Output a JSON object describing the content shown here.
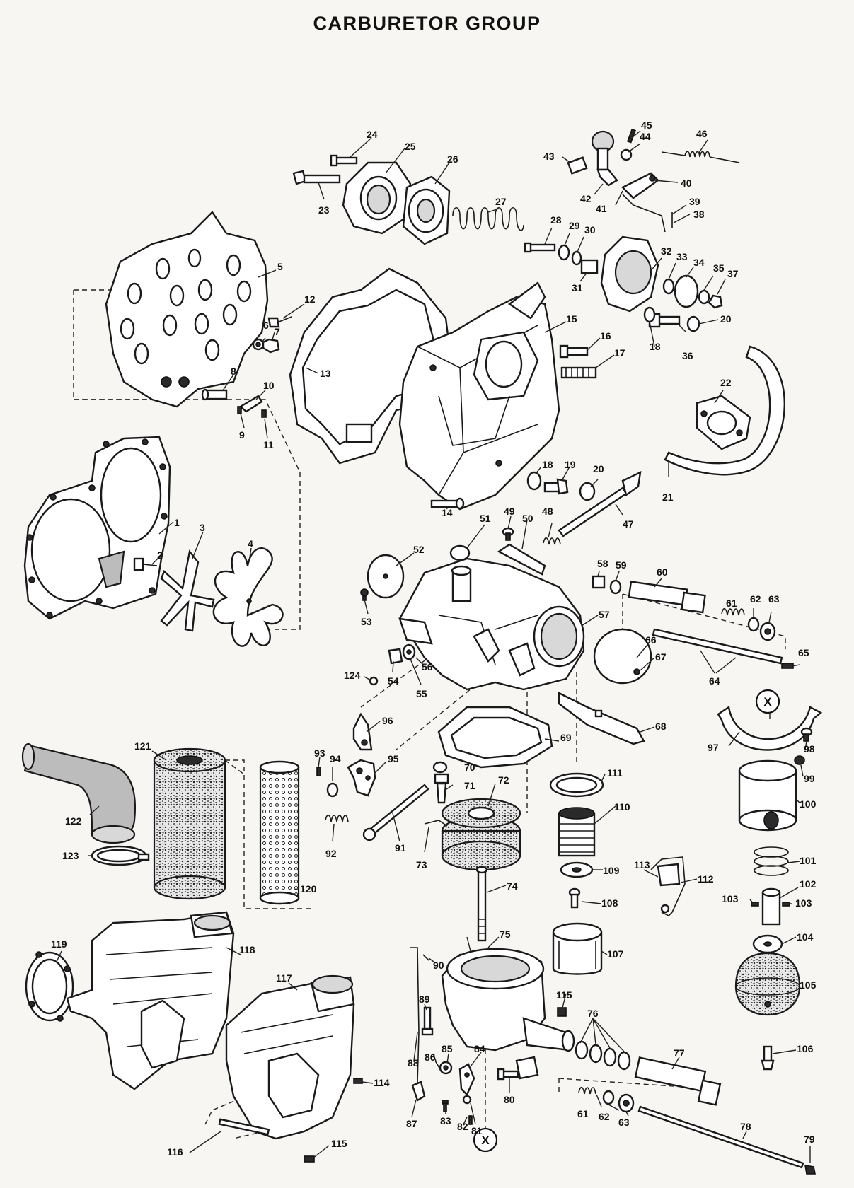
{
  "title": "CARBURETOR GROUP",
  "reference_mark": "X",
  "callouts": [
    {
      "id": "c1",
      "text": "1"
    },
    {
      "id": "c2",
      "text": "2"
    },
    {
      "id": "c3",
      "text": "3"
    },
    {
      "id": "c4",
      "text": "4"
    },
    {
      "id": "c5",
      "text": "5"
    },
    {
      "id": "c6",
      "text": "6"
    },
    {
      "id": "c7",
      "text": "7"
    },
    {
      "id": "c8",
      "text": "8"
    },
    {
      "id": "c9",
      "text": "9"
    },
    {
      "id": "c10",
      "text": "10"
    },
    {
      "id": "c11",
      "text": "11"
    },
    {
      "id": "c12",
      "text": "12"
    },
    {
      "id": "c13",
      "text": "13"
    },
    {
      "id": "c14",
      "text": "14"
    },
    {
      "id": "c15",
      "text": "15"
    },
    {
      "id": "c16",
      "text": "16"
    },
    {
      "id": "c17",
      "text": "17"
    },
    {
      "id": "c18a",
      "text": "18"
    },
    {
      "id": "c18b",
      "text": "18"
    },
    {
      "id": "c19",
      "text": "19"
    },
    {
      "id": "c20a",
      "text": "20"
    },
    {
      "id": "c20b",
      "text": "20"
    },
    {
      "id": "c21",
      "text": "21"
    },
    {
      "id": "c22",
      "text": "22"
    },
    {
      "id": "c23",
      "text": "23"
    },
    {
      "id": "c24",
      "text": "24"
    },
    {
      "id": "c25",
      "text": "25"
    },
    {
      "id": "c26",
      "text": "26"
    },
    {
      "id": "c27",
      "text": "27"
    },
    {
      "id": "c28",
      "text": "28"
    },
    {
      "id": "c29",
      "text": "29"
    },
    {
      "id": "c30",
      "text": "30"
    },
    {
      "id": "c31",
      "text": "31"
    },
    {
      "id": "c32",
      "text": "32"
    },
    {
      "id": "c33",
      "text": "33"
    },
    {
      "id": "c34",
      "text": "34"
    },
    {
      "id": "c35",
      "text": "35"
    },
    {
      "id": "c36",
      "text": "36"
    },
    {
      "id": "c37",
      "text": "37"
    },
    {
      "id": "c38",
      "text": "38"
    },
    {
      "id": "c39",
      "text": "39"
    },
    {
      "id": "c40",
      "text": "40"
    },
    {
      "id": "c41",
      "text": "41"
    },
    {
      "id": "c42",
      "text": "42"
    },
    {
      "id": "c43",
      "text": "43"
    },
    {
      "id": "c44",
      "text": "44"
    },
    {
      "id": "c45",
      "text": "45"
    },
    {
      "id": "c46",
      "text": "46"
    },
    {
      "id": "c47",
      "text": "47"
    },
    {
      "id": "c48",
      "text": "48"
    },
    {
      "id": "c49",
      "text": "49"
    },
    {
      "id": "c50",
      "text": "50"
    },
    {
      "id": "c51",
      "text": "51"
    },
    {
      "id": "c52",
      "text": "52"
    },
    {
      "id": "c53",
      "text": "53"
    },
    {
      "id": "c54",
      "text": "54"
    },
    {
      "id": "c55",
      "text": "55"
    },
    {
      "id": "c56",
      "text": "56"
    },
    {
      "id": "c57",
      "text": "57"
    },
    {
      "id": "c58",
      "text": "58"
    },
    {
      "id": "c59",
      "text": "59"
    },
    {
      "id": "c60",
      "text": "60"
    },
    {
      "id": "c61a",
      "text": "61"
    },
    {
      "id": "c61b",
      "text": "61"
    },
    {
      "id": "c62a",
      "text": "62"
    },
    {
      "id": "c62b",
      "text": "62"
    },
    {
      "id": "c63a",
      "text": "63"
    },
    {
      "id": "c63b",
      "text": "63"
    },
    {
      "id": "c64",
      "text": "64"
    },
    {
      "id": "c65",
      "text": "65"
    },
    {
      "id": "c66",
      "text": "66"
    },
    {
      "id": "c67",
      "text": "67"
    },
    {
      "id": "c68",
      "text": "68"
    },
    {
      "id": "c69",
      "text": "69"
    },
    {
      "id": "c70",
      "text": "70"
    },
    {
      "id": "c71",
      "text": "71"
    },
    {
      "id": "c72",
      "text": "72"
    },
    {
      "id": "c73",
      "text": "73"
    },
    {
      "id": "c74",
      "text": "74"
    },
    {
      "id": "c75",
      "text": "75"
    },
    {
      "id": "c76",
      "text": "76"
    },
    {
      "id": "c77",
      "text": "77"
    },
    {
      "id": "c78",
      "text": "78"
    },
    {
      "id": "c79",
      "text": "79"
    },
    {
      "id": "c80",
      "text": "80"
    },
    {
      "id": "c81",
      "text": "81"
    },
    {
      "id": "c82",
      "text": "82"
    },
    {
      "id": "c83",
      "text": "83"
    },
    {
      "id": "c84",
      "text": "84"
    },
    {
      "id": "c85",
      "text": "85"
    },
    {
      "id": "c86",
      "text": "86"
    },
    {
      "id": "c87",
      "text": "87"
    },
    {
      "id": "c88",
      "text": "88"
    },
    {
      "id": "c89",
      "text": "89"
    },
    {
      "id": "c90",
      "text": "90"
    },
    {
      "id": "c91",
      "text": "91"
    },
    {
      "id": "c92",
      "text": "92"
    },
    {
      "id": "c93",
      "text": "93"
    },
    {
      "id": "c94",
      "text": "94"
    },
    {
      "id": "c95",
      "text": "95"
    },
    {
      "id": "c96",
      "text": "96"
    },
    {
      "id": "c97",
      "text": "97"
    },
    {
      "id": "c98",
      "text": "98"
    },
    {
      "id": "c99",
      "text": "99"
    },
    {
      "id": "c100",
      "text": "100"
    },
    {
      "id": "c101",
      "text": "101"
    },
    {
      "id": "c102",
      "text": "102"
    },
    {
      "id": "c103a",
      "text": "103"
    },
    {
      "id": "c103b",
      "text": "103"
    },
    {
      "id": "c104",
      "text": "104"
    },
    {
      "id": "c105",
      "text": "105"
    },
    {
      "id": "c106",
      "text": "106"
    },
    {
      "id": "c107",
      "text": "107"
    },
    {
      "id": "c108",
      "text": "108"
    },
    {
      "id": "c109",
      "text": "109"
    },
    {
      "id": "c110",
      "text": "110"
    },
    {
      "id": "c111",
      "text": "111"
    },
    {
      "id": "c112",
      "text": "112"
    },
    {
      "id": "c113",
      "text": "113"
    },
    {
      "id": "c114",
      "text": "114"
    },
    {
      "id": "c115a",
      "text": "115"
    },
    {
      "id": "c115b",
      "text": "115"
    },
    {
      "id": "c116",
      "text": "116"
    },
    {
      "id": "c117",
      "text": "117"
    },
    {
      "id": "c118",
      "text": "118"
    },
    {
      "id": "c119",
      "text": "119"
    },
    {
      "id": "c120",
      "text": "120"
    },
    {
      "id": "c121",
      "text": "121"
    },
    {
      "id": "c122",
      "text": "122"
    },
    {
      "id": "c123",
      "text": "123"
    },
    {
      "id": "c124",
      "text": "124"
    }
  ]
}
